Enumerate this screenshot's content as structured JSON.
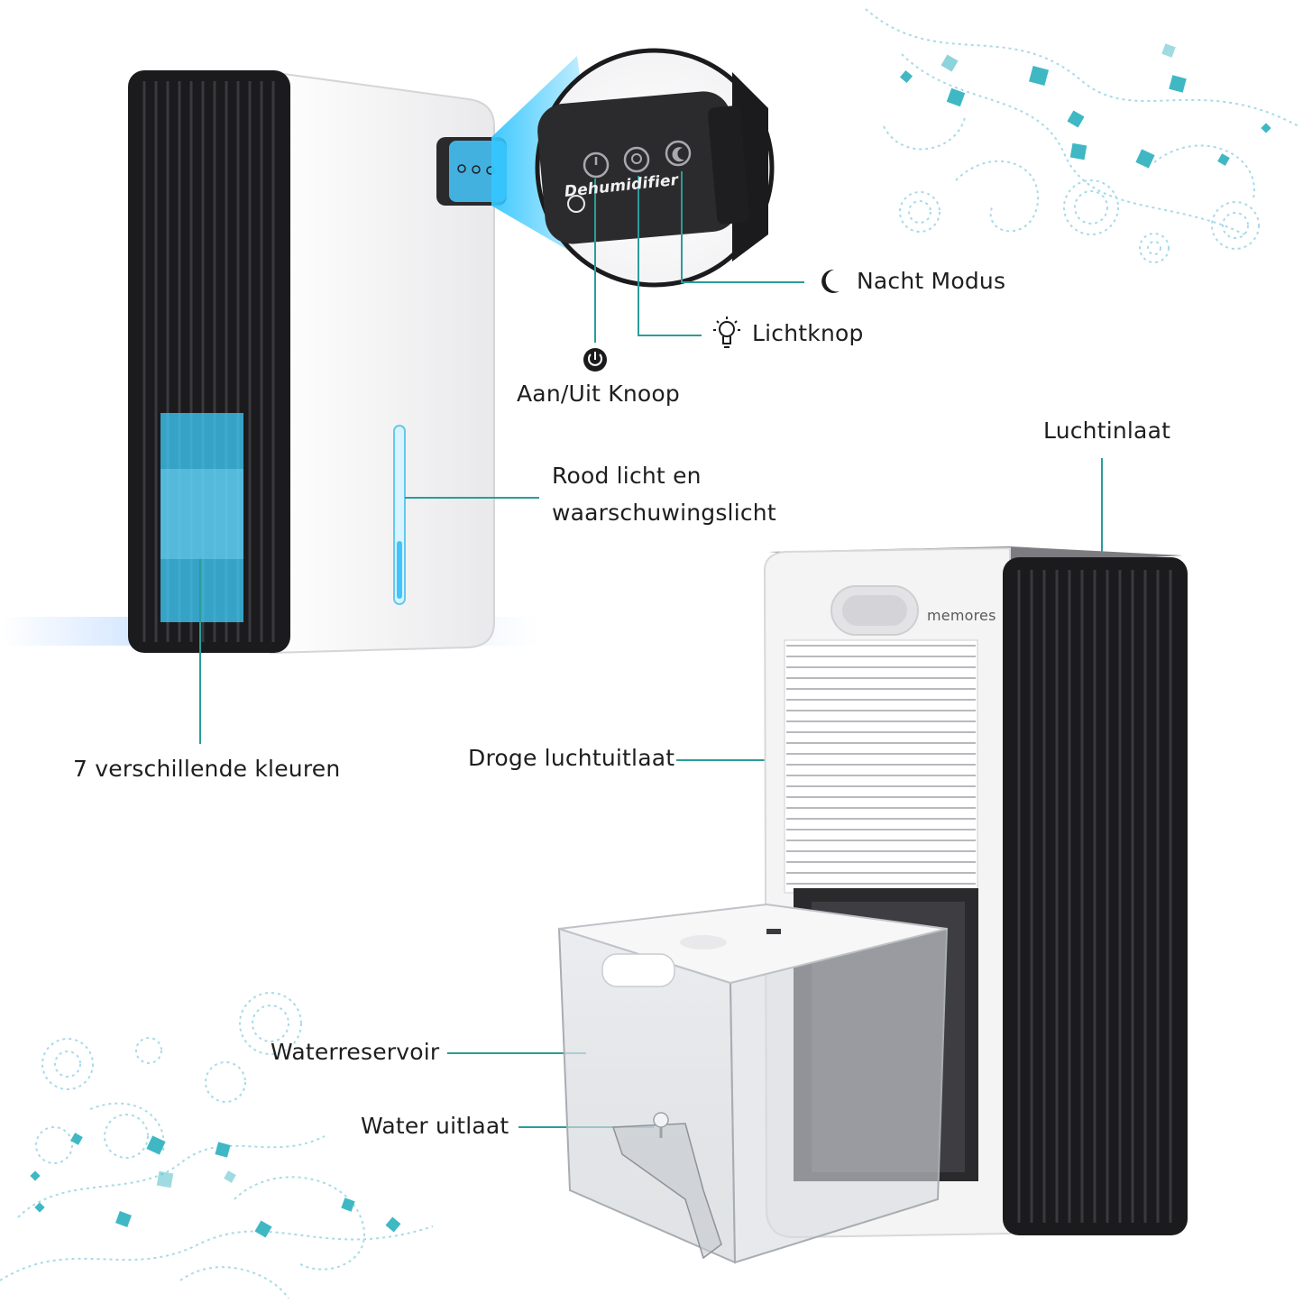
{
  "device_top": {
    "panel_brand": "Dehumidifier"
  },
  "device_bottom": {
    "brand": "memores"
  },
  "labels": {
    "night_mode": "Nacht Modus",
    "light_button": "Lichtknop",
    "power_button": "Aan/Uit Knoop",
    "red_light_line1": "Rood licht en",
    "red_light_line2": "waarschuwingslicht",
    "seven_colors": "7 verschillende kleuren",
    "air_inlet": "Luchtinlaat",
    "dry_air_outlet": "Droge luchtuitlaat",
    "water_tank": "Waterreservoir",
    "water_outlet": "Water uitlaat"
  },
  "icons": {
    "night": "moon-icon",
    "light": "bulb-icon",
    "power": "power-icon"
  },
  "colors": {
    "accent_teal": "#2a9d9a",
    "led_blue": "#3fd0ff",
    "device_black": "#1b1b1d",
    "device_white": "#f4f4f4",
    "swirl": "#9fd6e6"
  }
}
